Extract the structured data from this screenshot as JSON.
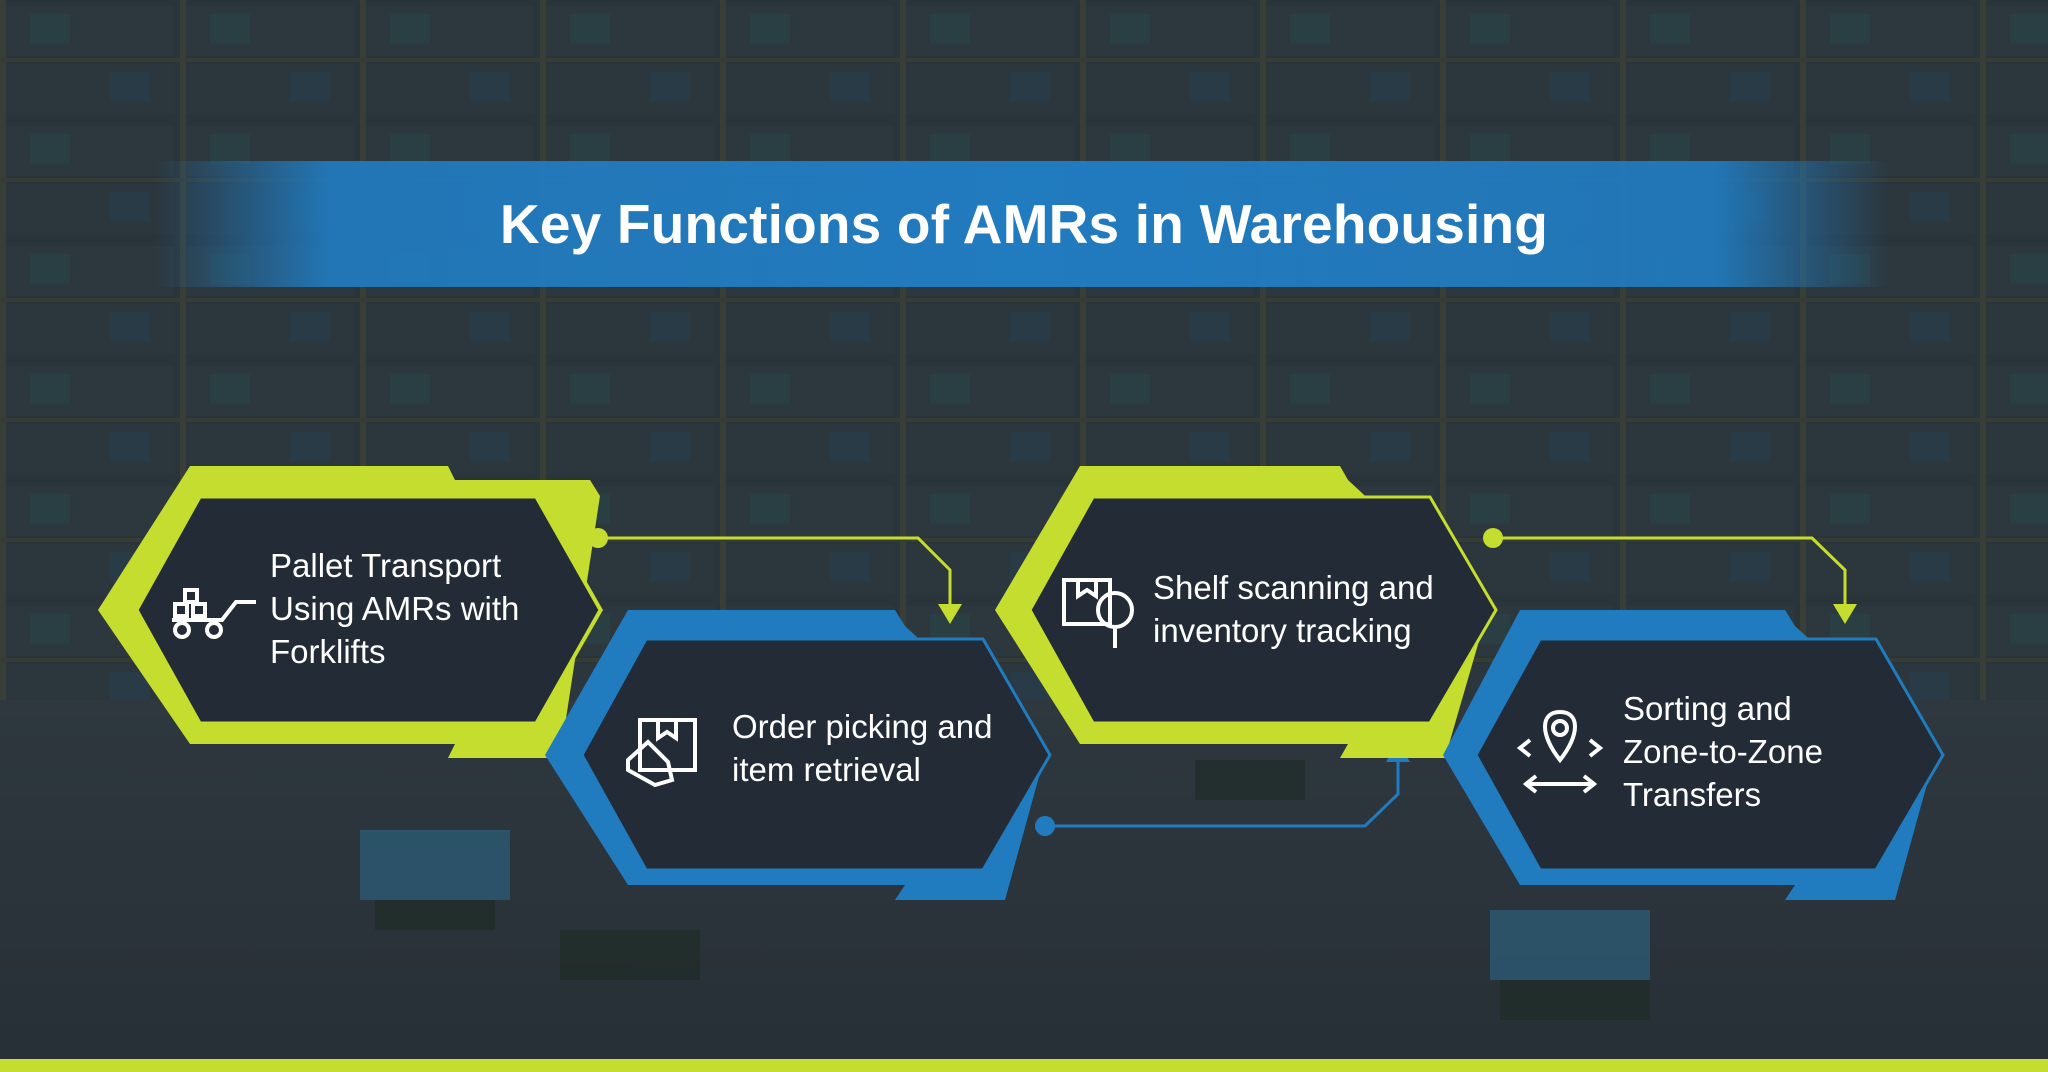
{
  "title": "Key Functions of AMRs in Warehousing",
  "colors": {
    "accent_green": "#c5dd2e",
    "accent_blue": "#217bbf",
    "card_dark": "#232c36",
    "background": "#2a3138"
  },
  "steps": [
    {
      "label": "Pallet Transport\nUsing AMRs with\nForklifts",
      "icon": "pallet-forklift-icon",
      "accent": "green"
    },
    {
      "label": "Order picking and\nitem retrieval",
      "icon": "hand-picking-box-icon",
      "accent": "blue"
    },
    {
      "label": "Shelf scanning and\ninventory tracking",
      "icon": "box-scan-magnifier-icon",
      "accent": "green"
    },
    {
      "label": "Sorting and\nZone-to-Zone\nTransfers",
      "icon": "location-pin-transfer-icon",
      "accent": "blue"
    }
  ]
}
